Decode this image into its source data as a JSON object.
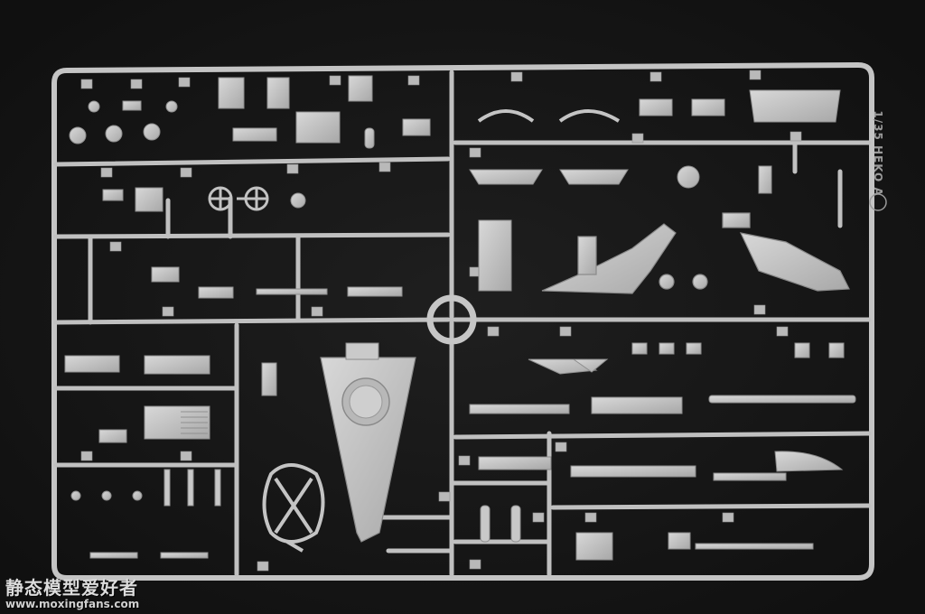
{
  "image": {
    "subject": "plastic-model-kit-sprue-tree",
    "background_color": "#151515",
    "plastic_color": "#c9c9c9",
    "plastic_shadow_color": "#9c9c9c"
  },
  "sprue_marking": {
    "text": "1/35 HEKO A",
    "part_letter": "A"
  },
  "watermark": {
    "brand": "静态模型爱好者",
    "url": "www.moxingfans.com"
  }
}
